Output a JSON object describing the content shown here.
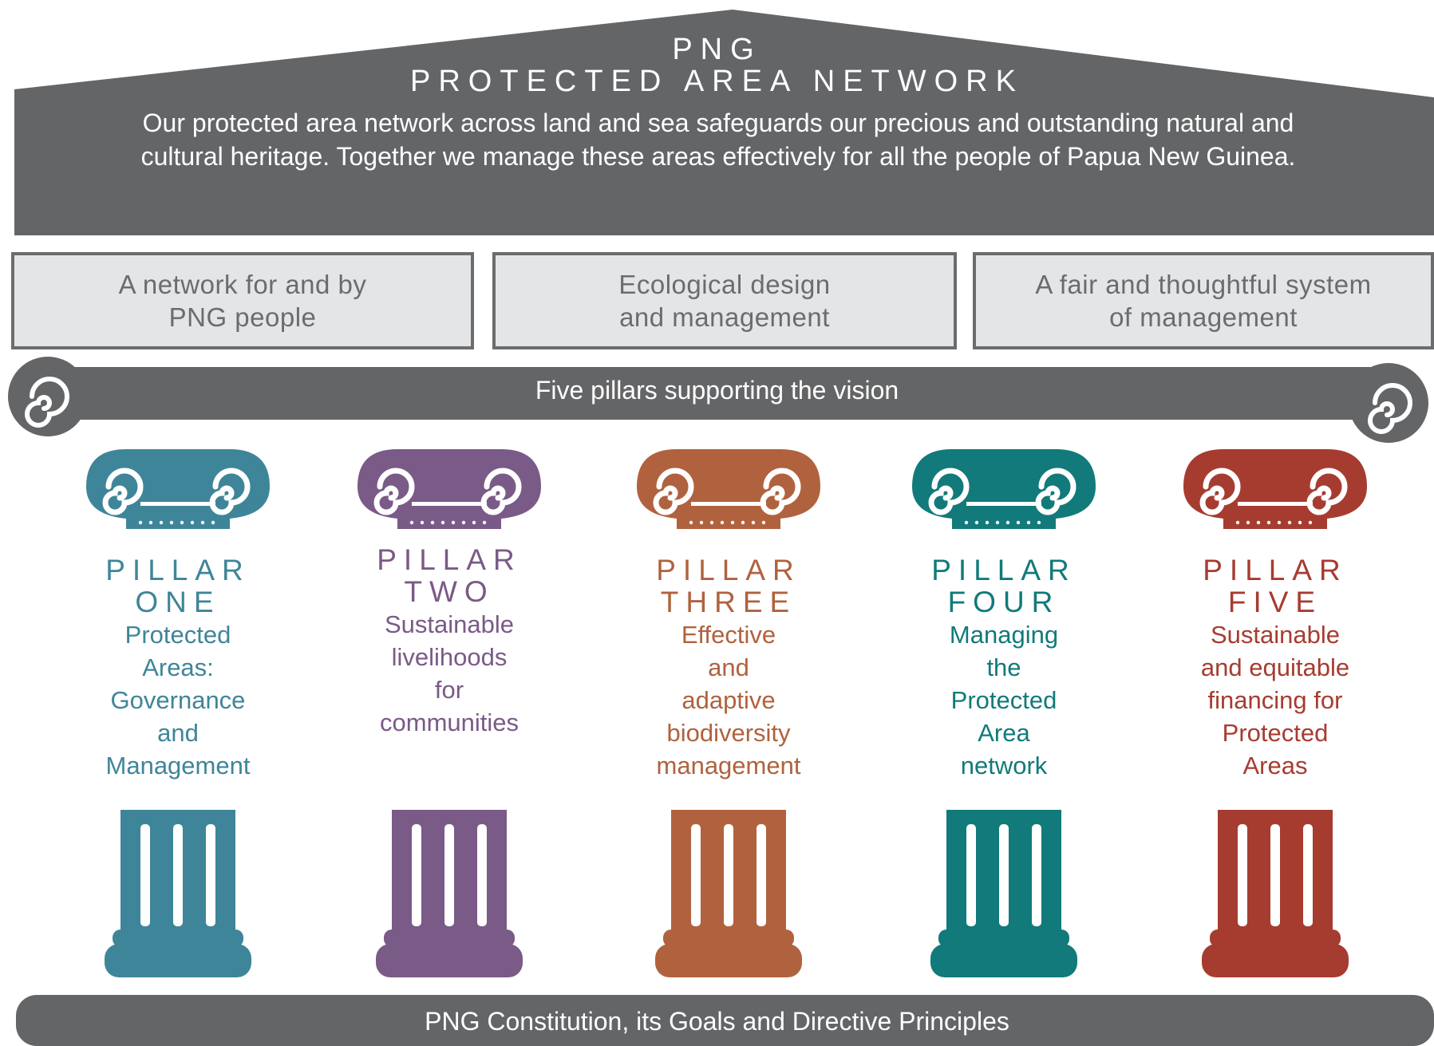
{
  "roof": {
    "title_line1": "PNG",
    "title_line2": "PROTECTED AREA NETWORK",
    "description": "Our protected area network across land and sea safeguards our precious and outstanding natural and cultural heritage. Together we manage these areas effectively for all the people of Papua New Guinea."
  },
  "principles": [
    {
      "label": "A network for and by\nPNG people"
    },
    {
      "label": "Ecological design\nand management"
    },
    {
      "label": "A fair and thoughtful system\nof management"
    }
  ],
  "band": {
    "label": "Five pillars supporting the vision"
  },
  "pillars": [
    {
      "line1": "PILLAR",
      "line2": "ONE",
      "description": "Protected\nAreas:\nGovernance\nand\nManagement",
      "color": "#3f8599"
    },
    {
      "line1": "PILLAR",
      "line2": "TWO",
      "description": "Sustainable\nlivelihoods\nfor\ncommunities",
      "color": "#7a5a86"
    },
    {
      "line1": "PILLAR",
      "line2": "THREE",
      "description": "Effective\nand\nadaptive\nbiodiversity\nmanagement",
      "color": "#b0623e"
    },
    {
      "line1": "PILLAR",
      "line2": "FOUR",
      "description": "Managing\nthe\nProtected\nArea\nnetwork",
      "color": "#127a7a"
    },
    {
      "line1": "PILLAR",
      "line2": "FIVE",
      "description": "Sustainable\nand equitable\nfinancing for\nProtected\nAreas",
      "color": "#a63c30"
    }
  ],
  "base": {
    "label": "PNG Constitution, its Goals and Directive Principles"
  },
  "colors": {
    "roof": "#646567",
    "principle_fill": "#e4e5e6",
    "principle_border": "#6b6c6e"
  }
}
